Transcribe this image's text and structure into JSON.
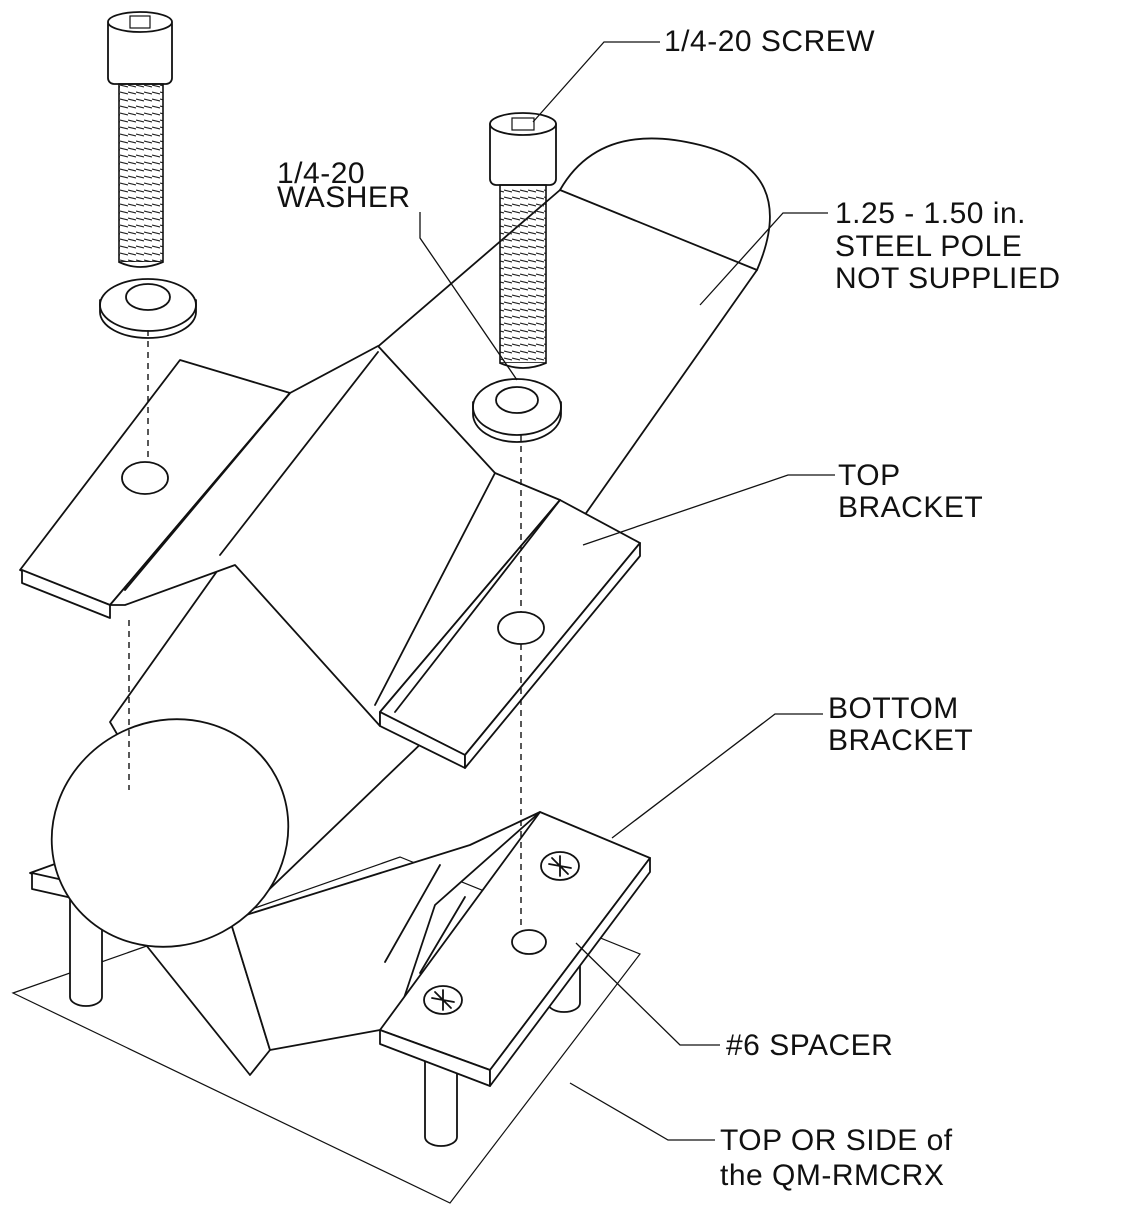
{
  "diagram": {
    "labels": {
      "screw": "1/4-20 SCREW",
      "washer_line1": "1/4-20",
      "washer_line2": "WASHER",
      "pole_line1": "1.25 - 1.50 in.",
      "pole_line2": "STEEL POLE",
      "pole_line3": "NOT SUPPLIED",
      "top_bracket_line1": "TOP",
      "top_bracket_line2": "BRACKET",
      "bottom_bracket_line1": "BOTTOM",
      "bottom_bracket_line2": "BRACKET",
      "spacer": "#6 SPACER",
      "base_line1": "TOP OR SIDE of",
      "base_line2": "the QM-RMCRX"
    }
  }
}
